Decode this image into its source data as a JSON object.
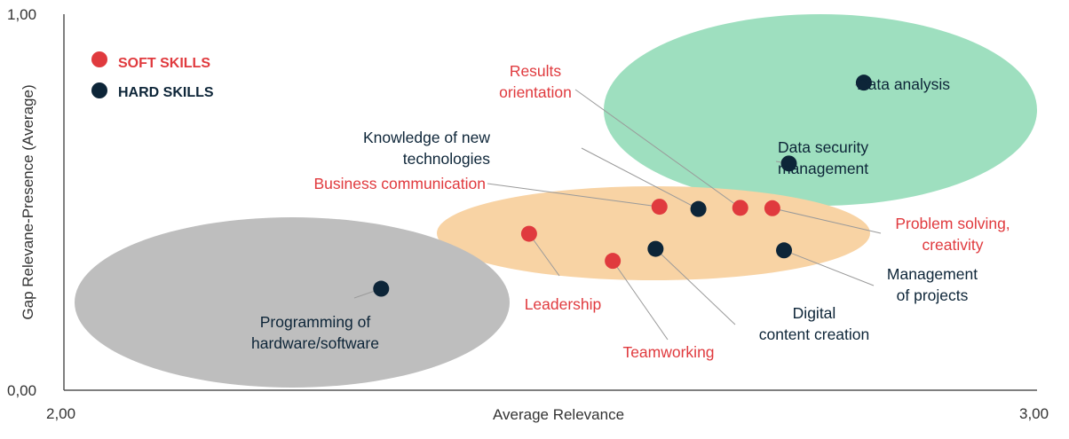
{
  "chart_data": {
    "type": "scatter",
    "xlabel": "Average Relevance",
    "ylabel": "Gap Relevane-Presence (Average)",
    "xlim": [
      2.0,
      3.0
    ],
    "ylim": [
      0.0,
      1.0
    ],
    "x_ticks": [
      "2,00",
      "3,00"
    ],
    "y_ticks": [
      "0,00",
      "1,00"
    ],
    "grid": false,
    "legend_position": "top-left",
    "colors": {
      "soft": "#E03A3E",
      "hard": "#0D2538",
      "green": "#9EDFBF",
      "orange": "#F8D3A4",
      "gray": "#BEBEBE",
      "leader": "#9A9A9A"
    },
    "series": [
      {
        "name": "SOFT SKILLS",
        "color": "#E03A3E",
        "points": [
          {
            "label": [
              "Results",
              "orientation"
            ],
            "x": 2.695,
            "y": 0.485
          },
          {
            "label": [
              "Business communication"
            ],
            "x": 2.612,
            "y": 0.488
          },
          {
            "label": [
              "Problem solving,",
              "creativity"
            ],
            "x": 2.728,
            "y": 0.484
          },
          {
            "label": [
              "Leadership"
            ],
            "x": 2.478,
            "y": 0.416
          },
          {
            "label": [
              "Teamworking"
            ],
            "x": 2.564,
            "y": 0.344
          }
        ]
      },
      {
        "name": "HARD SKILLS",
        "color": "#0D2538",
        "points": [
          {
            "label": [
              "Data analysis"
            ],
            "x": 2.822,
            "y": 0.818
          },
          {
            "label": [
              "Data security",
              "management"
            ],
            "x": 2.745,
            "y": 0.603
          },
          {
            "label": [
              "Knowledge of new",
              "technologies"
            ],
            "x": 2.652,
            "y": 0.482
          },
          {
            "label": [
              "Digital",
              "content creation"
            ],
            "x": 2.608,
            "y": 0.376
          },
          {
            "label": [
              "Management",
              "of projects"
            ],
            "x": 2.74,
            "y": 0.372
          },
          {
            "label": [
              "Programming of",
              "hardware/software"
            ],
            "x": 2.326,
            "y": 0.27
          }
        ]
      }
    ]
  }
}
